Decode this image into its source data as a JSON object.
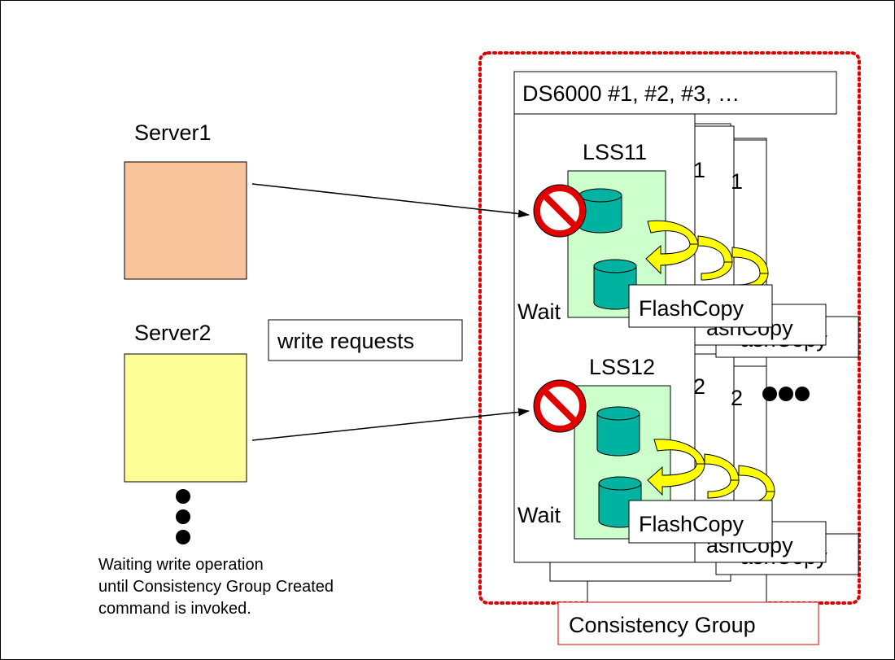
{
  "servers": [
    {
      "label": "Server1",
      "color": "#f9c49b"
    },
    {
      "label": "Server2",
      "color": "#ffff99"
    }
  ],
  "write_requests_label": "write requests",
  "waiting_note": [
    "Waiting write operation",
    "until Consistency Group Created",
    "command is invoked."
  ],
  "ds_header": "DS6000 #1, #2, #3, …",
  "lss": [
    {
      "label": "LSS11",
      "wait": "Wait",
      "flashcopy": "FlashCopy",
      "back_suffix_1": "1",
      "back_suffix_2": "1",
      "back_fc": "ashCopy",
      "back_fc_2": "ashCopy"
    },
    {
      "label": "LSS12",
      "wait": "Wait",
      "flashcopy": "FlashCopy",
      "back_suffix_1": "2",
      "back_suffix_2": "2",
      "back_fc": "ashCopy",
      "back_fc_2": "ashCopy"
    }
  ],
  "consistency_group_label": "Consistency Group",
  "colors": {
    "group_border": "#e00000",
    "lss_fill": "#ccffcc",
    "disk_fill": "#00b3a0",
    "arrow_yellow": "#ffff00",
    "prohibit_red": "#e00000"
  },
  "icons": [
    "prohibited-icon",
    "database-icon",
    "curved-arrow-icon",
    "ellipsis-dots"
  ]
}
